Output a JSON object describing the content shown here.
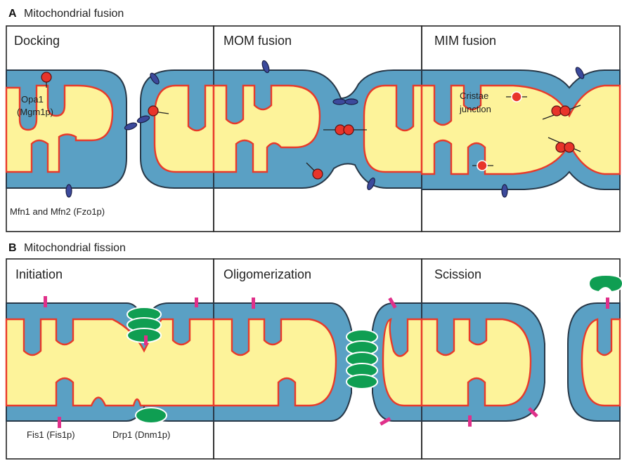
{
  "section_a": {
    "letter": "A",
    "title": "Mitochondrial fusion"
  },
  "section_b": {
    "letter": "B",
    "title": "Mitochondrial fission"
  },
  "panels_a": [
    {
      "title": "Docking"
    },
    {
      "title": "MOM fusion"
    },
    {
      "title": "MIM fusion"
    }
  ],
  "panels_b": [
    {
      "title": "Initiation"
    },
    {
      "title": "Oligomerization"
    },
    {
      "title": "Scission"
    }
  ],
  "labels": {
    "opa1": "Opa1",
    "mgm1p": "(Mgm1p)",
    "mfn": "Mfn1 and Mfn2 (Fzo1p)",
    "cristae": "Cristae",
    "junction": "junction",
    "fis1": "Fis1 (Fis1p)",
    "drp1": "Drp1 (Dnm1p)"
  },
  "colors": {
    "outer_membrane": "#5aa0c4",
    "matrix": "#fdf39a",
    "inner_membrane": "#e83a2a",
    "mitofusin": "#3c4a9c",
    "opa1": "#e8342a",
    "fis1": "#e0308a",
    "drp1": "#0f9e52"
  }
}
